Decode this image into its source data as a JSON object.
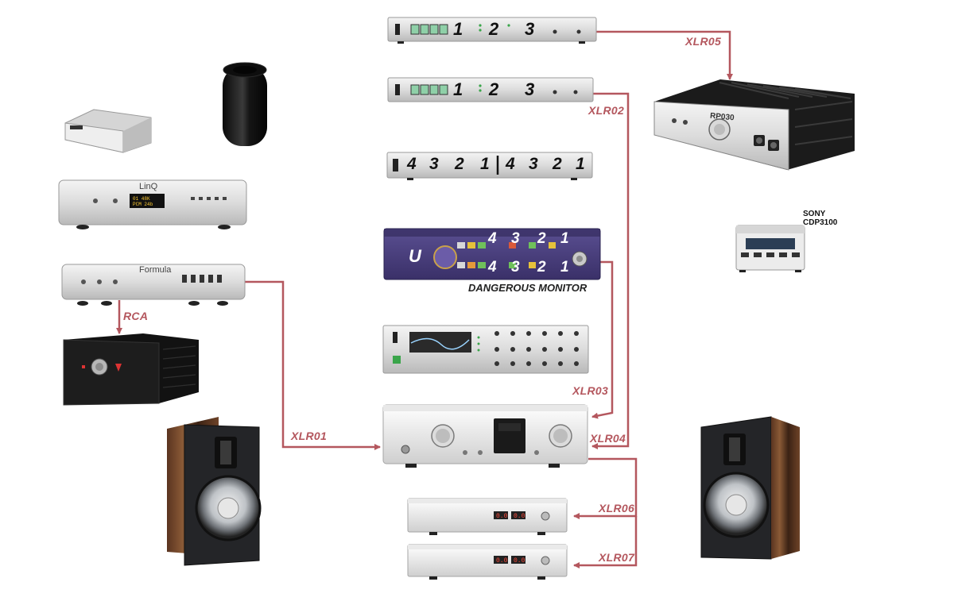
{
  "connections": {
    "xlr05": "XLR05",
    "xlr02": "XLR02",
    "xlr03": "XLR03",
    "xlr04": "XLR04",
    "xlr01": "XLR01",
    "xlr06": "XLR06",
    "xlr07": "XLR07",
    "rca": "RCA"
  },
  "devices": {
    "dac1_channels": [
      "1",
      "2",
      "3"
    ],
    "dac2_channels": [
      "1",
      "2",
      "3"
    ],
    "switcher_channels": [
      "4",
      "3",
      "2",
      "1",
      "4",
      "3",
      "2",
      "1"
    ],
    "monitor_top": [
      "4",
      "3",
      "2",
      "1"
    ],
    "monitor_bottom": [
      "4",
      "3",
      "2",
      "1"
    ],
    "monitor_caption": "DANGEROUS MONITOR",
    "monitor_logo": "U",
    "linq_name": "LinQ",
    "formula_name": "Formula",
    "rp030_name": "RP030",
    "sony_line1": "SONY",
    "sony_line2": "CDP3100"
  },
  "colors": {
    "cable": "#b4575e",
    "monitor_panel": "#4a3f7e"
  }
}
